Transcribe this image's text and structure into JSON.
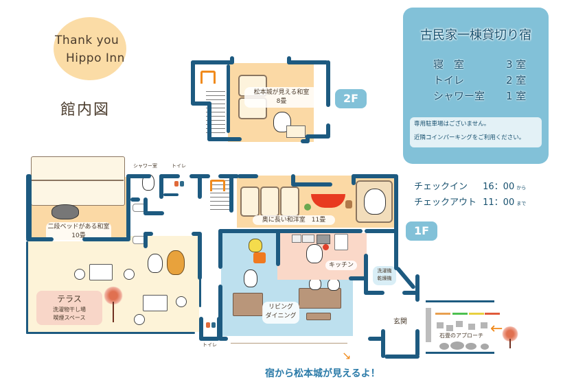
{
  "logo": {
    "line1": "Thank you",
    "line2": "Hippo Inn"
  },
  "map_title": "館内図",
  "info_panel": {
    "title": "古民家一棟貸切り宿",
    "rooms": [
      {
        "label": "寝　室",
        "count": "3 室"
      },
      {
        "label": "トイレ",
        "count": "2 室"
      },
      {
        "label": "シャワー室",
        "count": "1 室"
      }
    ],
    "notice": [
      "専用駐車場はございません。",
      "近隣コインパーキングをご利用ください。"
    ],
    "colors": {
      "panel": "#82c1d8",
      "text": "#17506e"
    }
  },
  "checkin": {
    "rows": [
      {
        "label": "チェックイン",
        "time": "16：00",
        "suffix": "から"
      },
      {
        "label": "チェックアウト",
        "time": "11：00",
        "suffix": "まで"
      }
    ]
  },
  "floors": {
    "second": {
      "badge": "2F",
      "rooms": [
        {
          "name": "松本城が見える和室",
          "size": "8畳"
        }
      ]
    },
    "first": {
      "badge": "1F",
      "rooms": [
        {
          "name": "二段ベッドがある和室",
          "size": "10畳"
        },
        {
          "name": "奥に長い和洋室",
          "size": "11畳"
        },
        {
          "name": "キッチン"
        },
        {
          "name": "リビング",
          "name2": "ダイニング"
        },
        {
          "name": "洗濯機",
          "name2": "乾燥機"
        },
        {
          "name": "玄関"
        },
        {
          "name": "テラス",
          "sub1": "洗濯物干し場",
          "sub2": "喫煙スペース"
        }
      ],
      "small_labels": {
        "shower": "シャワー室",
        "toilet_top": "トイレ",
        "toilet_bottom": "トイレ"
      },
      "approach": "石畳のアプローチ"
    }
  },
  "footer_note": "宿から松本城が見えるよ！",
  "colors": {
    "wall": "#1d5a80",
    "washitsu": "#fbd9a5",
    "terrace": "#fdf3d8",
    "living": "#bde0ee",
    "kitchen": "#fad8c8",
    "accent_orange": "#f08a1c"
  }
}
